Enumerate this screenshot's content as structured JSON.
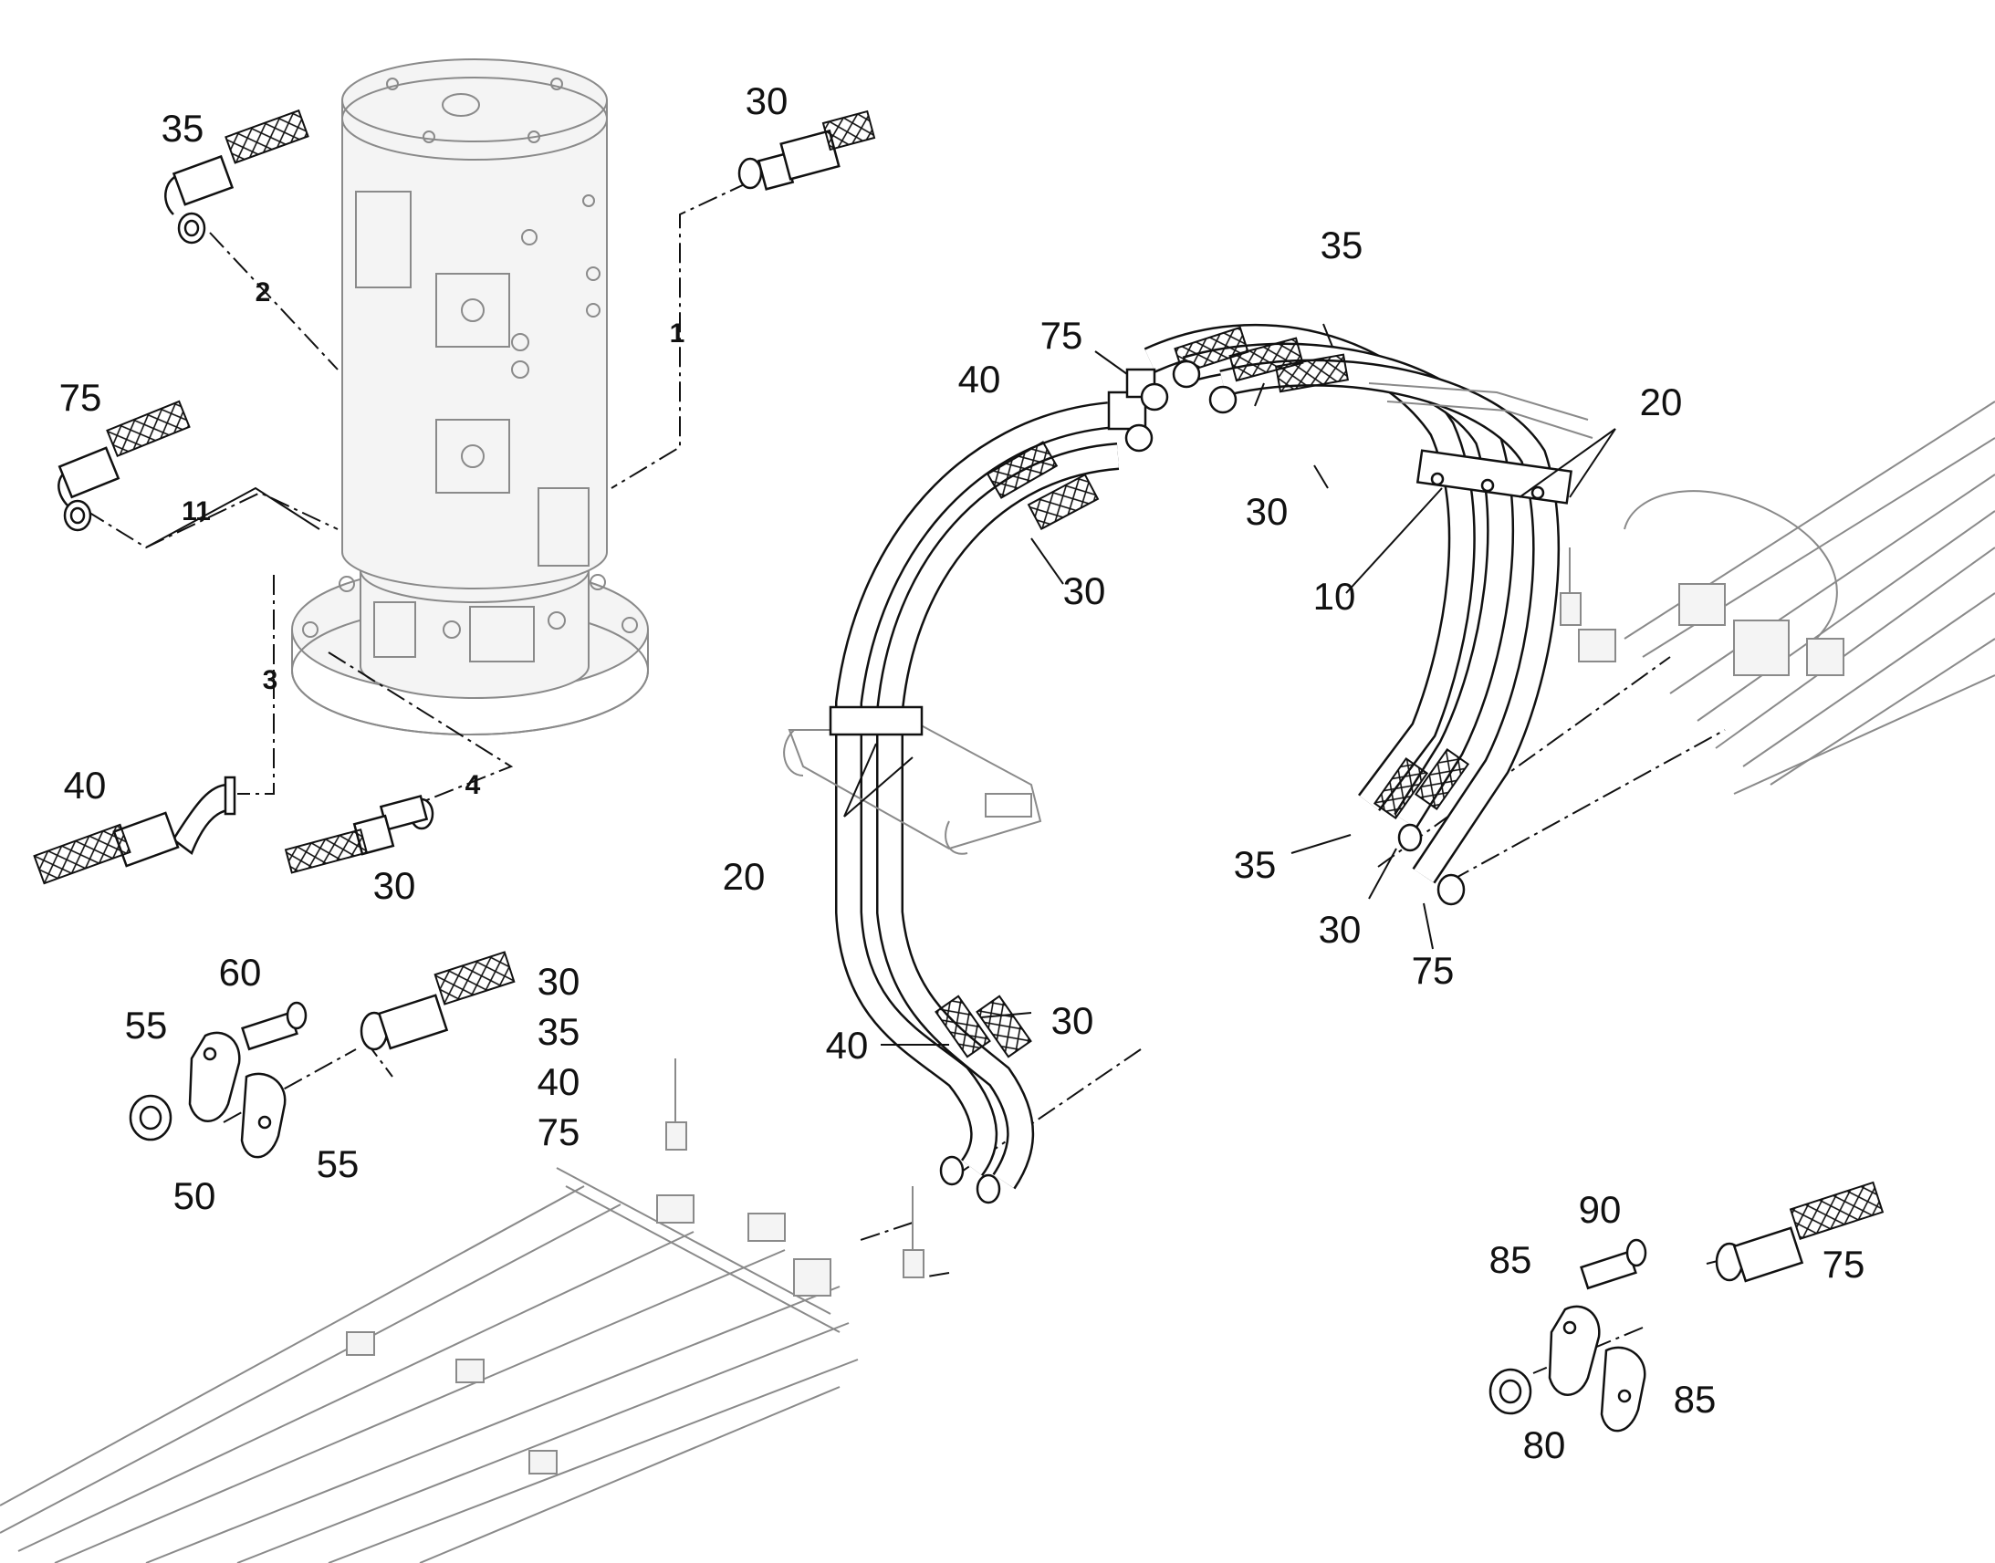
{
  "callouts": [
    {
      "id": "lbl-35-topleft",
      "text": "35"
    },
    {
      "id": "lbl-30-top",
      "text": "30"
    },
    {
      "id": "lbl-2",
      "text": "2"
    },
    {
      "id": "lbl-1",
      "text": "1"
    },
    {
      "id": "lbl-75-left",
      "text": "75"
    },
    {
      "id": "lbl-11",
      "text": "11"
    },
    {
      "id": "lbl-3",
      "text": "3"
    },
    {
      "id": "lbl-40-left",
      "text": "40"
    },
    {
      "id": "lbl-4",
      "text": "4"
    },
    {
      "id": "lbl-30-left",
      "text": "30"
    },
    {
      "id": "lbl-60",
      "text": "60"
    },
    {
      "id": "lbl-55-a",
      "text": "55"
    },
    {
      "id": "lbl-55-b",
      "text": "55"
    },
    {
      "id": "lbl-50",
      "text": "50"
    },
    {
      "id": "lbl-list-30",
      "text": "30"
    },
    {
      "id": "lbl-list-35",
      "text": "35"
    },
    {
      "id": "lbl-list-40",
      "text": "40"
    },
    {
      "id": "lbl-list-75",
      "text": "75"
    },
    {
      "id": "lbl-35-arch",
      "text": "35"
    },
    {
      "id": "lbl-75-arch",
      "text": "75"
    },
    {
      "id": "lbl-40-arch",
      "text": "40"
    },
    {
      "id": "lbl-30-arch-mid",
      "text": "30"
    },
    {
      "id": "lbl-30-arch-right",
      "text": "30"
    },
    {
      "id": "lbl-20-right",
      "text": "20"
    },
    {
      "id": "lbl-10",
      "text": "10"
    },
    {
      "id": "lbl-20-left",
      "text": "20"
    },
    {
      "id": "lbl-35-right",
      "text": "35"
    },
    {
      "id": "lbl-30-right",
      "text": "30"
    },
    {
      "id": "lbl-75-right",
      "text": "75"
    },
    {
      "id": "lbl-40-lower",
      "text": "40"
    },
    {
      "id": "lbl-30-lower",
      "text": "30"
    },
    {
      "id": "lbl-90",
      "text": "90"
    },
    {
      "id": "lbl-85-a",
      "text": "85"
    },
    {
      "id": "lbl-75-br",
      "text": "75"
    },
    {
      "id": "lbl-85-b",
      "text": "85"
    },
    {
      "id": "lbl-80",
      "text": "80"
    }
  ]
}
